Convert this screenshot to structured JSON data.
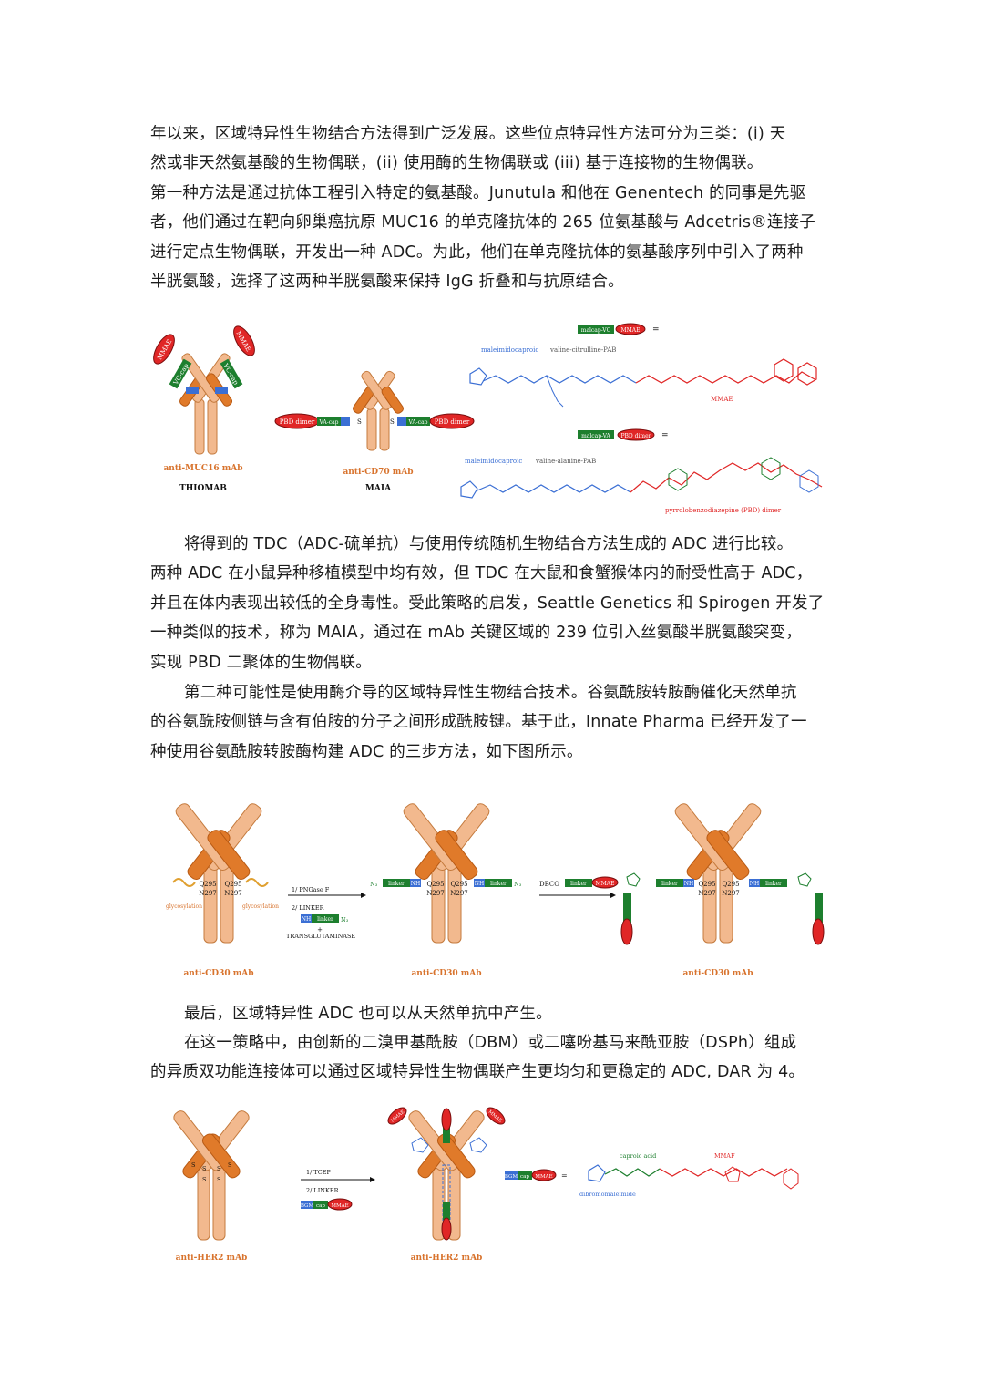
{
  "paragraphs": {
    "p1": [
      "年以来，区域特异性生物结合方法得到广泛发展。这些位点特异性方法可分为三类：(i) 天",
      "然或非天然氨基酸的生物偶联，(ii) 使用酶的生物偶联或 (iii) 基于连接物的生物偶联。",
      "第一种方法是通过抗体工程引入特定的氨基酸。Junutula 和他在 Genentech 的同事是先驱",
      "者，他们通过在靶向卵巢癌抗原 MUC16 的单克隆抗体的 265 位氨基酸与 Adcetris®连接子",
      "进行定点生物偶联，开发出一种 ADC。为此，他们在单克隆抗体的氨基酸序列中引入了两种",
      "半胱氨酸，选择了这两种半胱氨酸来保持 IgG 折叠和与抗原结合。"
    ],
    "p2": [
      "将得到的 TDC（ADC-硫单抗）与使用传统随机生物结合方法生成的 ADC 进行比较。",
      "两种 ADC 在小鼠异种移植模型中均有效，但 TDC 在大鼠和食蟹猴体内的耐受性高于 ADC，",
      "并且在体内表现出较低的全身毒性。受此策略的启发，Seattle Genetics 和 Spirogen 开发了",
      "一种类似的技术，称为 MAIA，通过在 mAb 关键区域的 239 位引入丝氨酸半胱氨酸突变，",
      "实现 PBD 二聚体的生物偶联。"
    ],
    "p3": [
      "第二种可能性是使用酶介导的区域特异性生物结合技术。谷氨酰胺转胺酶催化天然单抗",
      "的谷氨酰胺侧链与含有伯胺的分子之间形成酰胺键。基于此，Innate Pharma 已经开发了一",
      "种使用谷氨酰胺转胺酶构建 ADC 的三步方法，如下图所示。"
    ],
    "p4": [
      "最后，区域特异性 ADC 也可以从天然单抗中产生。"
    ],
    "p5": [
      "在这一策略中，由创新的二溴甲基酰胺（DBM）或二噻吩基马来酰亚胺（DSPh）组成",
      "的异质双功能连接体可以通过区域特异性生物偶联产生更均匀和更稳定的 ADC, DAR 为 4。"
    ]
  },
  "figure1": {
    "mab1": "anti-MUC16 mAb",
    "tech1": "THIOMAB",
    "mab2": "anti-CD70 mAb",
    "tech2": "MAIA",
    "mmae": "MMAE",
    "vc": "VC-cap",
    "va_cap": "VA-cap",
    "pbd_dimer": "PBD dimer",
    "malcap_vc": "malcap-VC",
    "malcap_va": "malcap-VA",
    "eq": "=",
    "maleimidocaproic": "maleimidocaproic",
    "valcit": "valine-citrulline-PAB",
    "valala": "valine-alanine-PAB",
    "mmae_label": "MMAE",
    "pbd_full": "pyrrolobenzodiazepine (PBD) dimer",
    "s": "S"
  },
  "figure2": {
    "mab": "anti-CD30 mAb",
    "glyco": "glycosylation",
    "q295": "Q295",
    "n297": "N297",
    "step1": "1/ PNGase F",
    "step2": "2/ LINKER",
    "transglut": "TRANSGLUTAMINASE",
    "plus": "+",
    "linker": "linker",
    "nh": "NH",
    "n3": "N₃",
    "dbco": "DBCO",
    "mmae": "MMAE"
  },
  "figure3": {
    "mab": "anti-HER2 mAb",
    "step1": "1/ TCEP",
    "step2": "2/ LINKER",
    "bgm": "BGM",
    "cap": "cap",
    "mmae": "MMAE",
    "eq": "=",
    "caproic": "caproic acid",
    "dibromo": "dibromomaleimide",
    "mmaf": "MMAF",
    "s": "S"
  },
  "colors": {
    "antibody_light": "#f2b98e",
    "antibody_dark": "#e07a2a",
    "linker_green": "#1d7f2e",
    "blue": "#3b6fd4",
    "red_drug": "#e02626",
    "label_orange": "#d8732d"
  }
}
